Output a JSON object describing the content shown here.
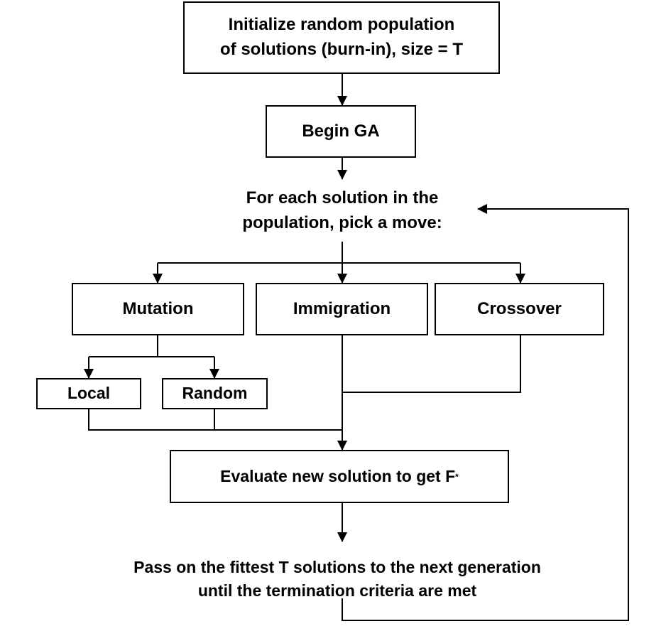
{
  "flowchart": {
    "init": "Initialize random population\nof solutions (burn-in), size = T",
    "begin": "Begin GA",
    "for_each": "For each solution in the\npopulation, pick a move:",
    "mutation": "Mutation",
    "immigration": "Immigration",
    "crossover": "Crossover",
    "local": "Local",
    "random": "Random",
    "evaluate": "Evaluate new solution to get F",
    "evaluate_sup": "*",
    "pass_on": "Pass on the fittest T solutions to the next generation\nuntil the termination criteria are met"
  }
}
